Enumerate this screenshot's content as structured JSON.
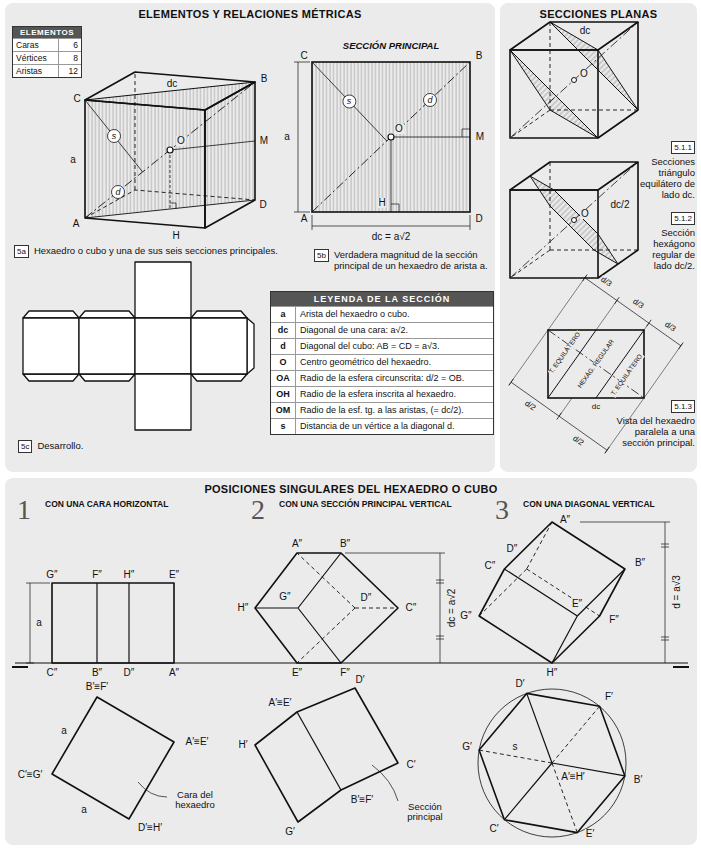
{
  "diagram": {
    "nodes": [
      {
        "text": [
          "ELEMENTOS Y RELACIONES MÉTRICAS"
        ]
      },
      {
        "text": [
          "ELEMENTOS",
          "Caras",
          "6",
          "Vértices",
          "8",
          "Aristas",
          "12"
        ],
        "in": 0
      },
      {
        "text": [
          "5a",
          "Hexaedro o cubo y una de sus seis secciones principales."
        ],
        "in": 0
      },
      {
        "text": [
          "5b",
          "Verdadera magnitud de la sección principal de un hexaedro de arista a."
        ],
        "in": 0
      },
      {
        "text": [
          "5c",
          "Desarrollo."
        ],
        "in": 0
      },
      {
        "text": [
          "LEYENDA DE LA SECCIÓN",
          "a",
          "Arista del hexaedro o cubo.",
          "dc",
          "Diagonal de una cara: a√2.",
          "d",
          "Diagonal del cubo: AB = CD = a√3.",
          "O",
          "Centro geométrico del hexaedro.",
          "OA",
          "Radio de la esfera circunscrita: d/2 = OB.",
          "OH",
          "Radio de la esfera inscrita al hexaedro.",
          "OM",
          "Radio de la esf. tg. a las aristas, (= dc/2).",
          "s",
          "Distancia de un vértice a la diagonal d."
        ],
        "in": 0
      },
      {
        "text": [
          "SECCIONES PLANAS"
        ]
      },
      {
        "text": [
          "5.1.1",
          "Secciones triángulo equilátero de lado dc."
        ],
        "in": 6
      },
      {
        "text": [
          "5.1.2",
          "Sección hexágono regular de lado dc/2."
        ],
        "in": 6
      },
      {
        "text": [
          "5.1.3",
          "Vista del hexaedro paralela a una sección principal."
        ],
        "in": 6
      },
      {
        "text": [
          "POSICIONES SINGULARES DEL HEXAEDRO O CUBO"
        ]
      }
    ],
    "labels": [
      "C",
      "B",
      "dc",
      "a",
      "s",
      "d",
      "O",
      "M",
      "H",
      "A",
      "D",
      "SECCIÓN PRINCIPAL",
      "C",
      "B",
      "s",
      "d",
      "O",
      "a",
      "M",
      "H",
      "A",
      "D",
      "dc = a√2",
      "dc",
      "O",
      "dc/2",
      "O",
      "d/3",
      "d/3",
      "d/3",
      "d/2",
      "d/2",
      "dc",
      "T. EQUILÁTERO",
      "HEXÁG. REGULAR",
      "T. EQUILÁTERO",
      "1",
      "CON UNA CARA HORIZONTAL",
      "2",
      "CON UNA SECCIÓN PRINCIPAL VERTICAL",
      "3",
      "CON UNA DIAGONAL VERTICAL",
      "G″",
      "F″",
      "H″",
      "E″",
      "C″",
      "B″",
      "D″",
      "A″",
      "a",
      "B′≡F′",
      "A′≡E′",
      "C′≡G′",
      "D′≡H′",
      "a",
      "a",
      "Cara del hexaedro",
      "A″",
      "B″",
      "H″",
      "G″",
      "D″",
      "C″",
      "E″",
      "F″",
      "dc = a√2",
      "A′≡E′",
      "D′",
      "H′",
      "C′",
      "B′≡F′",
      "G′",
      "Sección principal",
      "A″",
      "D″",
      "C″",
      "B″",
      "G″",
      "F″",
      "E″",
      "H″",
      "d = a√3",
      "D′",
      "F′",
      "B′",
      "E′",
      "C′",
      "G′",
      "s",
      "A′≡H′"
    ]
  }
}
